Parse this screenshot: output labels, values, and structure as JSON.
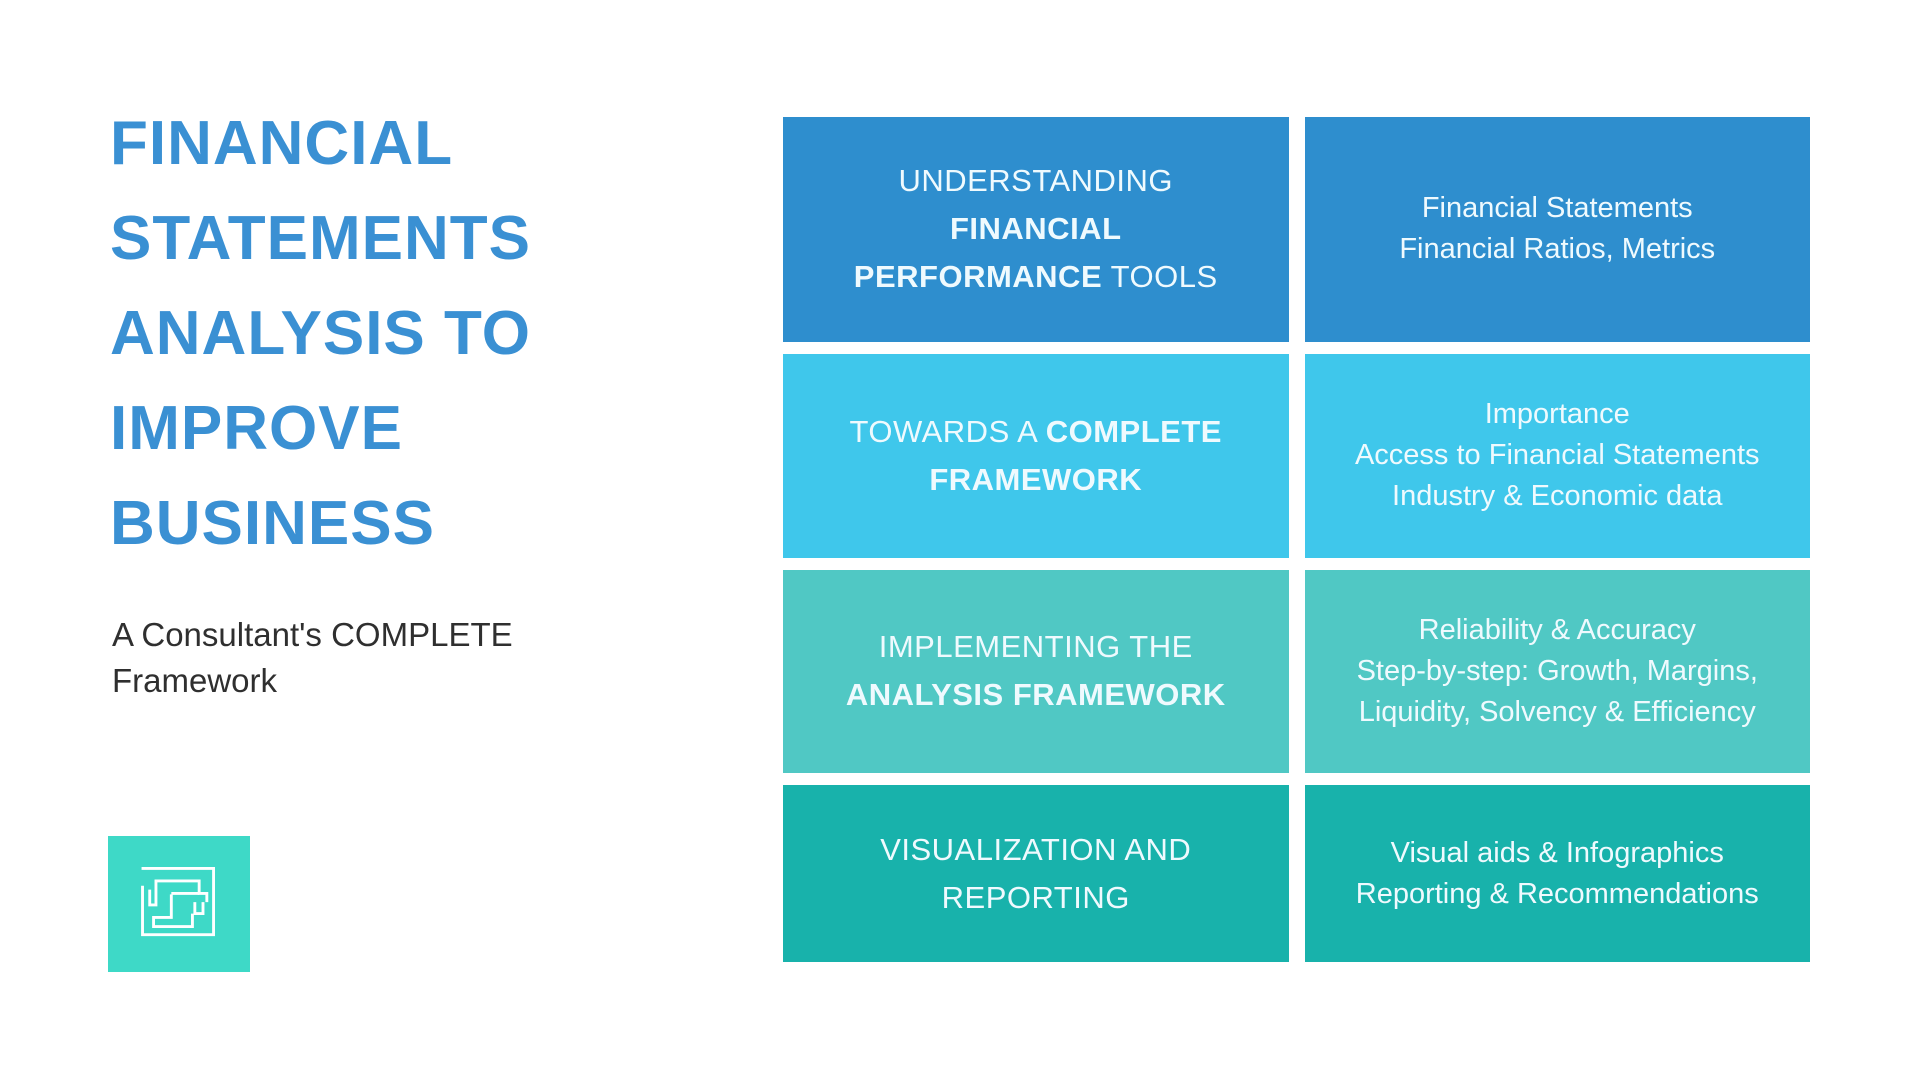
{
  "title": {
    "lines": [
      "FINANCIAL",
      "STATEMENTS",
      "ANALYSIS TO",
      "IMPROVE",
      "BUSINESS"
    ]
  },
  "subtitle": {
    "lines": [
      "A Consultant's COMPLETE",
      "Framework"
    ]
  },
  "colors": {
    "heading": "#3A90D3",
    "subtitle": "#2F2F2F",
    "logo": "#3ED9C7",
    "cell_text": "#EFFAFE"
  },
  "logo_icon": "maze-icon",
  "grid": {
    "rows": [
      {
        "color": "#2E8ECE",
        "left": [
          [
            "UNDERSTANDING"
          ],
          [
            "FINANCIAL"
          ],
          [
            "PERFORMANCE",
            " TOOLS"
          ]
        ],
        "right": [
          "Financial Statements",
          "Financial Ratios, Metrics"
        ]
      },
      {
        "color": "#3FC7EB",
        "left": [
          [
            "TOWARDS A ",
            "COMPLETE"
          ],
          [
            "FRAMEWORK"
          ]
        ],
        "right": [
          "Importance",
          "Access to Financial Statements",
          "Industry & Economic data"
        ]
      },
      {
        "color": "#50C8C4",
        "left": [
          [
            "IMPLEMENTING THE"
          ],
          [
            "ANALYSIS FRAMEWORK"
          ]
        ],
        "right": [
          "Reliability & Accuracy",
          "Step-by-step: Growth, Margins,",
          "Liquidity, Solvency & Efficiency"
        ]
      },
      {
        "color": "#18B2AB",
        "left": [
          [
            "VISUALIZATION AND"
          ],
          [
            "REPORTING"
          ]
        ],
        "right": [
          "Visual aids & Infographics",
          "Reporting & Recommendations"
        ]
      }
    ]
  }
}
